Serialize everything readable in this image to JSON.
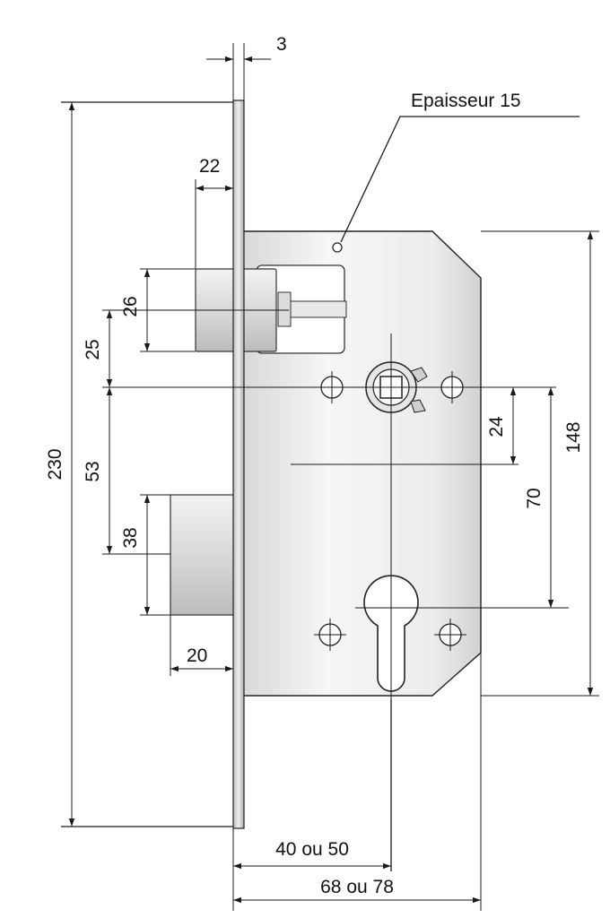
{
  "diagram": {
    "thickness_label": "Epaisseur 15",
    "dimensions": {
      "faceplate_thickness": "3",
      "latch_projection": "22",
      "latch_height": "26",
      "latch_to_spindle": "25",
      "spindle_to_bolt": "53",
      "bolt_height": "38",
      "bolt_projection": "20",
      "faceplate_height": "230",
      "spindle_offset": "24",
      "spindle_to_cylinder": "70",
      "case_height": "148",
      "backset": "40 ou 50",
      "case_depth": "68 ou 78"
    }
  },
  "colors": {
    "line": "#1a1a1a",
    "metal_light": "#f4f4f4",
    "metal_mid": "#dcdcdc",
    "metal_dark": "#bdbdbd"
  }
}
